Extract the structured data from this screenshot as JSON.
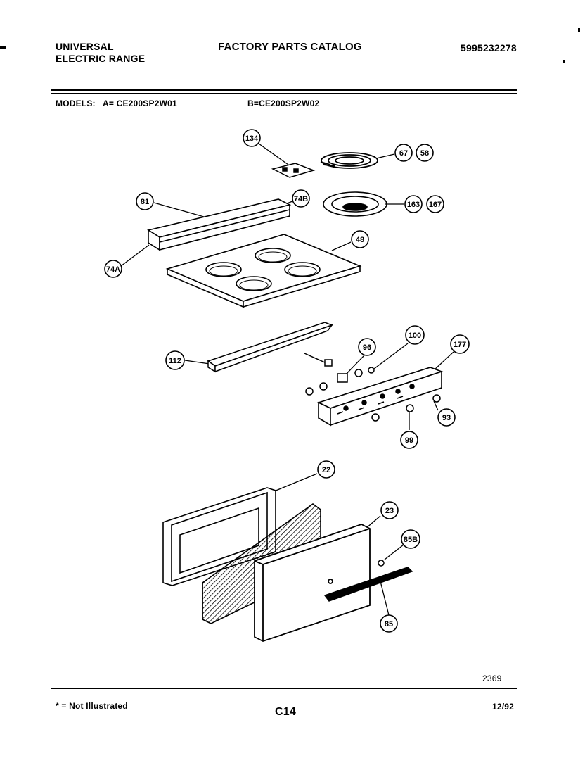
{
  "header": {
    "brand_line1": "UNIVERSAL",
    "brand_line2": "ELECTRIC RANGE",
    "title": "FACTORY PARTS CATALOG",
    "catalog_number": "5995232278"
  },
  "models": {
    "label": "MODELS:",
    "model_a": "A= CE200SP2W01",
    "model_b": "B=CE200SP2W02"
  },
  "callouts": [
    "134",
    "67",
    "58",
    "81",
    "74B",
    "163",
    "167",
    "48",
    "74A",
    "96",
    "100",
    "177",
    "112",
    "93",
    "99",
    "22",
    "23",
    "85B",
    "85"
  ],
  "footer": {
    "drawing_number": "2369",
    "note": "* = Not Illustrated",
    "page": "C14",
    "date": "12/92"
  }
}
